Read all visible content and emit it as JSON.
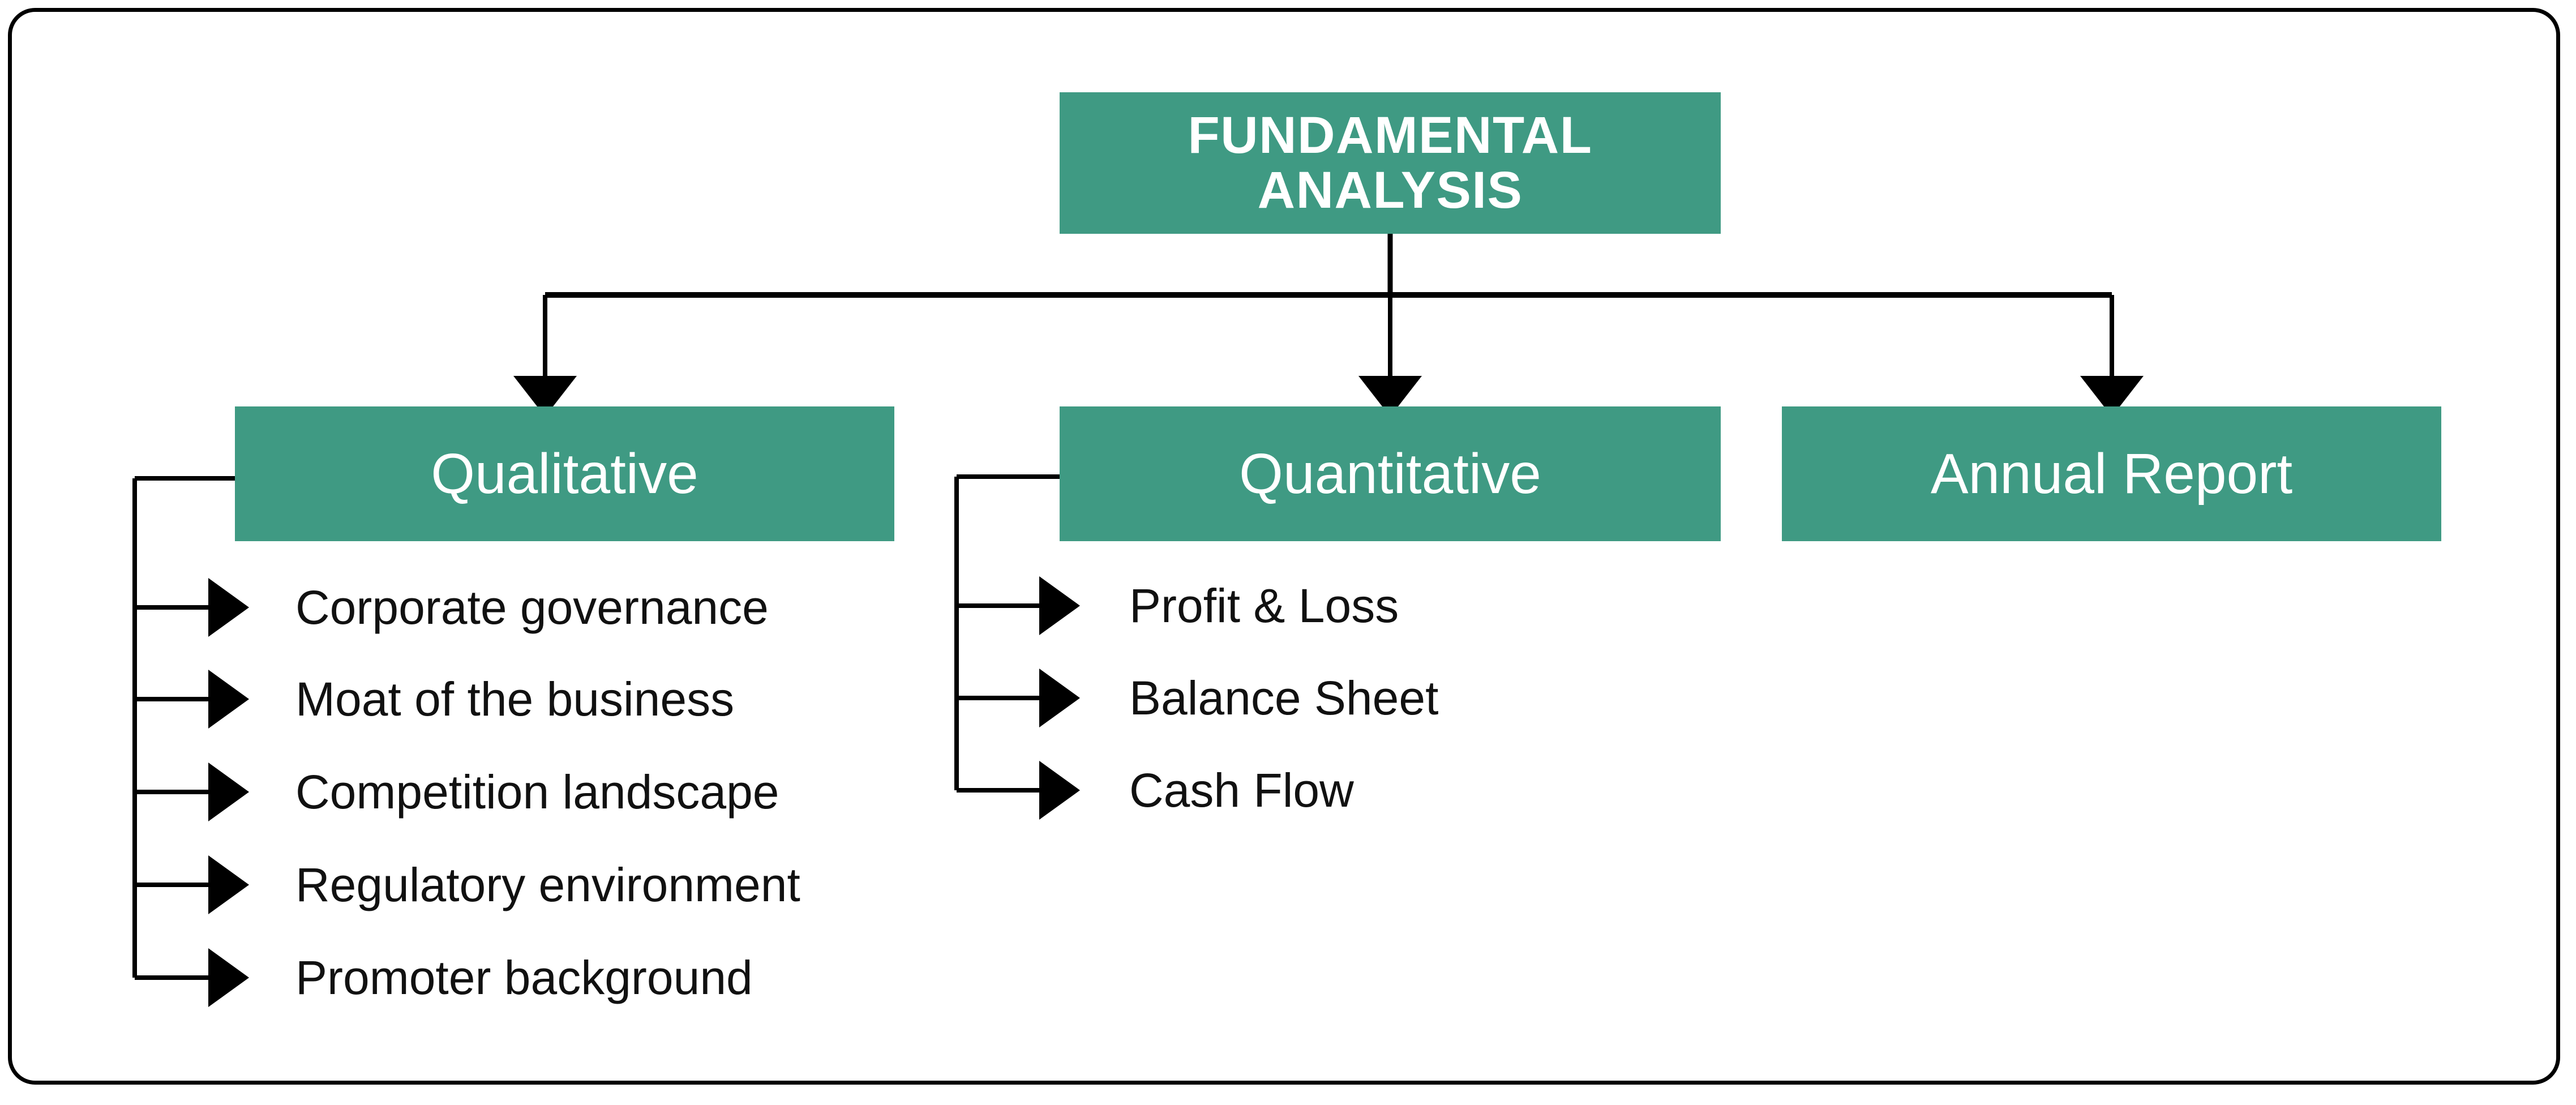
{
  "diagram": {
    "title_node": {
      "label": "FUNDAMENTAL ANALYSIS",
      "fill": "#3F9A83",
      "text_color": "#FFFFFF"
    },
    "branches": [
      {
        "id": "qualitative",
        "label": "Qualitative",
        "fill": "#3F9A83",
        "text_color": "#FFFFFF",
        "items": [
          {
            "label": "Corporate governance"
          },
          {
            "label": "Moat of the business"
          },
          {
            "label": "Competition landscape"
          },
          {
            "label": "Regulatory environment"
          },
          {
            "label": "Promoter background"
          }
        ]
      },
      {
        "id": "quantitative",
        "label": "Quantitative",
        "fill": "#3F9A83",
        "text_color": "#FFFFFF",
        "items": [
          {
            "label": "Profit & Loss"
          },
          {
            "label": "Balance Sheet"
          },
          {
            "label": "Cash Flow"
          }
        ]
      },
      {
        "id": "annual-report",
        "label": "Annual Report",
        "fill": "#3F9A83",
        "text_color": "#FFFFFF",
        "items": []
      }
    ],
    "colors": {
      "accent_teal": "#3F9A83",
      "connector": "#000000",
      "frame": "#000000",
      "background": "#FFFFFF",
      "leaf_text": "#111111"
    }
  }
}
